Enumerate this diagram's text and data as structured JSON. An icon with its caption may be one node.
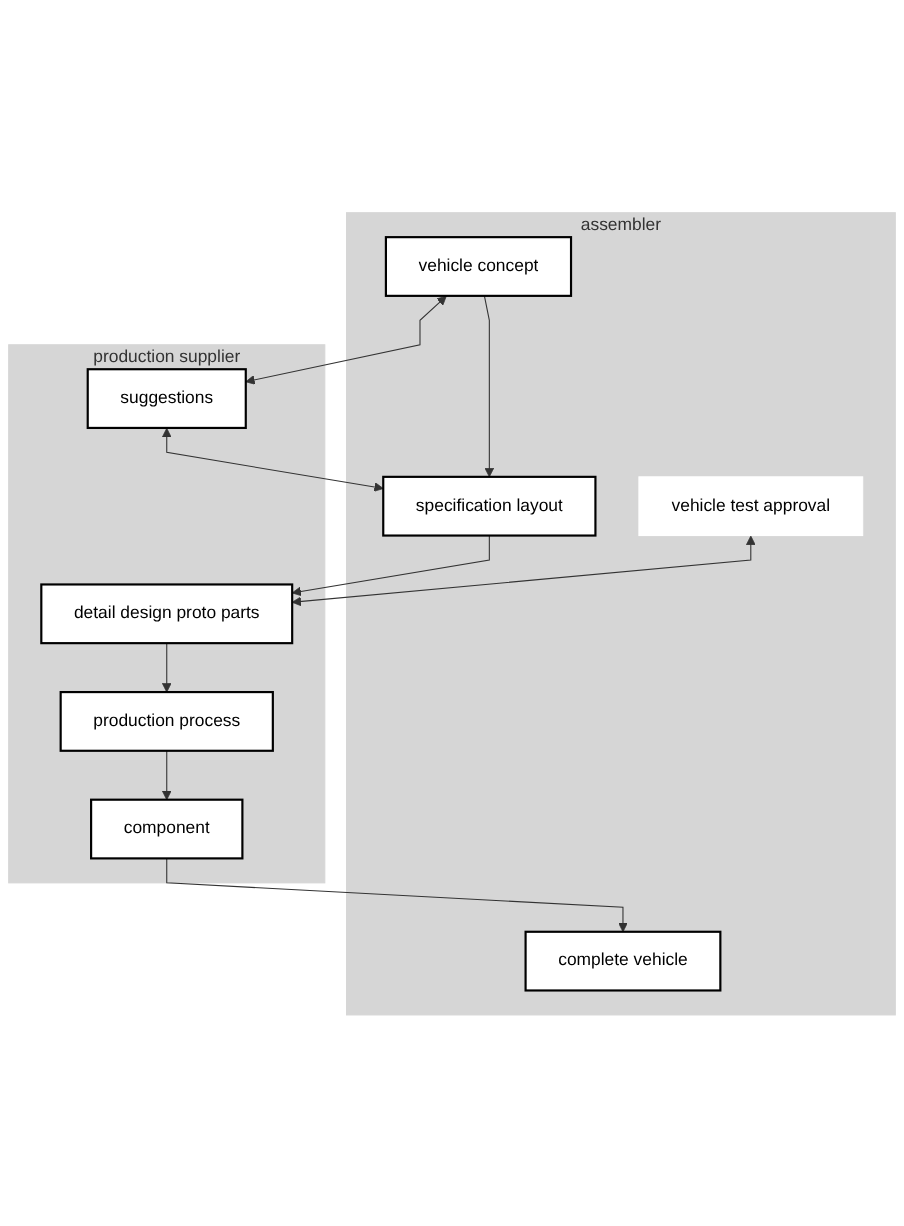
{
  "diagram": {
    "nodes": [
      {
        "text": [
          "assembler"
        ]
      },
      {
        "text": [
          "vehicle concept"
        ],
        "in": 0
      },
      {
        "text": [
          "specification layout"
        ],
        "in": 0
      },
      {
        "text": [
          "vehicle test approval"
        ],
        "in": 0
      },
      {
        "text": [
          "complete vehicle"
        ],
        "in": 0
      },
      {
        "text": [
          "production supplier"
        ]
      },
      {
        "text": [
          "suggestions"
        ],
        "in": 5
      },
      {
        "text": [
          "detail design proto parts"
        ],
        "in": 5
      },
      {
        "text": [
          "production process"
        ],
        "in": 5
      },
      {
        "text": [
          "component"
        ],
        "in": 5
      }
    ],
    "edges": [
      {
        "from": 1,
        "to": 2,
        "arrow": "to"
      },
      {
        "from": 1,
        "to": 6,
        "arrow": "both"
      },
      {
        "from": 6,
        "to": 2,
        "arrow": "both"
      },
      {
        "from": 2,
        "to": 7,
        "arrow": "to"
      },
      {
        "from": 3,
        "to": 7,
        "arrow": "both"
      },
      {
        "from": 7,
        "to": 8,
        "arrow": "to"
      },
      {
        "from": 8,
        "to": 9,
        "arrow": "to"
      },
      {
        "from": 9,
        "to": 4,
        "arrow": "to"
      }
    ]
  }
}
